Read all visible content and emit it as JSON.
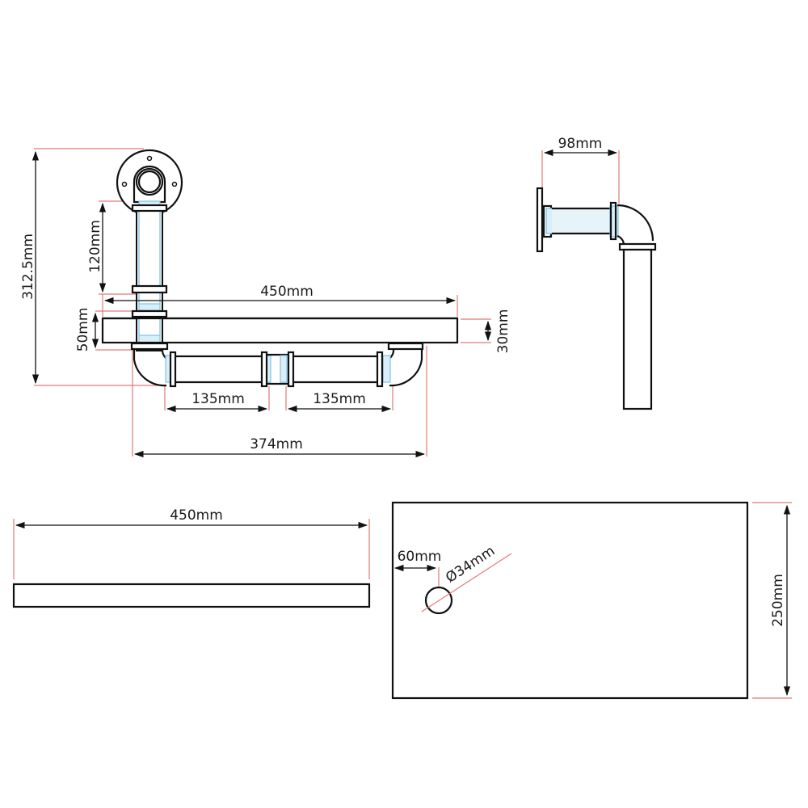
{
  "colors": {
    "outline": "#111111",
    "extension_line": "#e07a7a",
    "thread_fill": "#d9eef8",
    "thread_stroke": "#7fc3e6",
    "background": "#ffffff"
  },
  "front_view": {
    "overall_height": "312.5mm",
    "vertical_pipe_length": "120mm",
    "shelf_bracket_gap": "50mm",
    "shelf_width": "450mm",
    "shelf_thickness": "30mm",
    "pipe_segment_left": "135mm",
    "pipe_segment_right": "135mm",
    "pipe_span": "374mm"
  },
  "side_view": {
    "wall_offset": "98mm"
  },
  "shelf_side_view": {
    "shelf_width": "450mm"
  },
  "shelf_top_view": {
    "hole_offset": "60mm",
    "hole_diameter": "Ø34mm",
    "shelf_depth": "250mm"
  }
}
